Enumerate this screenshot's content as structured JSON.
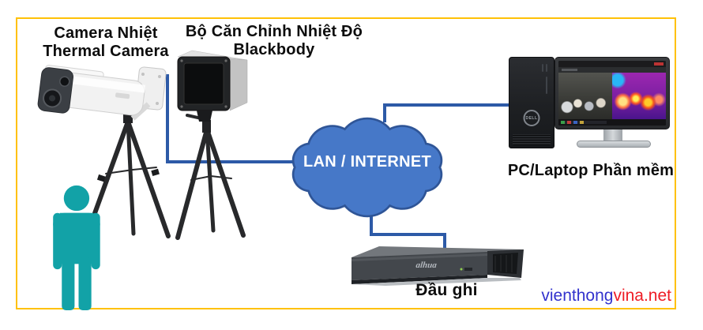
{
  "frame": {
    "border_color": "#FFC107"
  },
  "nodes": {
    "thermal_camera": {
      "label_line1": "Camera Nhiệt",
      "label_line2": "Thermal Camera"
    },
    "blackbody": {
      "label_line1": "Bộ Căn Chỉnh Nhiệt Độ",
      "label_line2": "Blackbody"
    },
    "network_cloud": {
      "label": "LAN / INTERNET"
    },
    "pc": {
      "label": "PC/Laptop Phần mềm",
      "tower_brand": "DELL"
    },
    "recorder": {
      "label": "Đầu ghi",
      "brand_logo": "alhua"
    }
  },
  "watermark": {
    "part1": "vienthong",
    "part2": "vina.net"
  },
  "colors": {
    "connection_blue": "#2D5AA7",
    "cloud_fill": "#4678C8",
    "cloud_border": "#2F5597",
    "person_teal": "#12A2A7",
    "frame_yellow": "#FFC107",
    "watermark_blue": "#3232CD",
    "watermark_red": "#EE1C25",
    "label_text": "#0D0D0D"
  }
}
